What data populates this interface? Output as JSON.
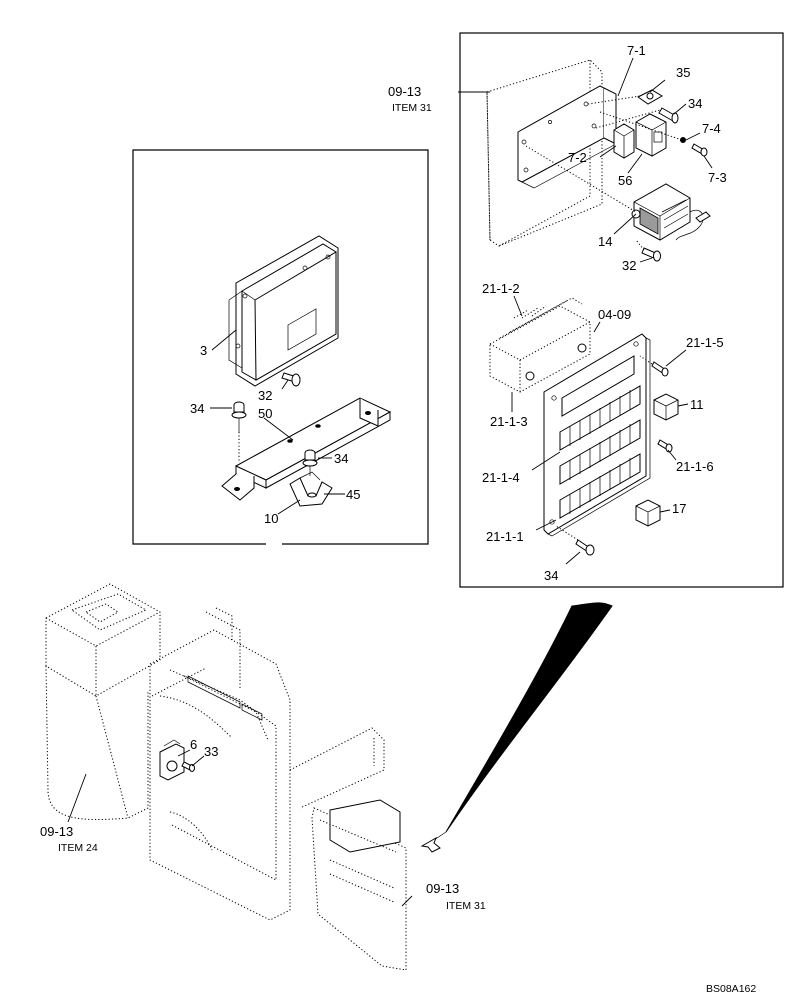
{
  "labels": {
    "ref_0913_top": "09-13",
    "item31_top": "ITEM 31",
    "p7_1": "7-1",
    "p35": "35",
    "p34_top": "34",
    "p7_4": "7-4",
    "p7_2": "7-2",
    "p56": "56",
    "p7_3": "7-3",
    "p14": "14",
    "p32_top": "32",
    "p21_1_2": "21-1-2",
    "p04_09": "04-09",
    "p21_1_5": "21-1-5",
    "p11": "11",
    "p21_1_3": "21-1-3",
    "p21_1_4": "21-1-4",
    "p21_1_6": "21-1-6",
    "p17": "17",
    "p21_1_1": "21-1-1",
    "p34_bottom": "34",
    "p3": "3",
    "p32_left": "32",
    "p34_left": "34",
    "p50": "50",
    "p34_mid": "34",
    "p45": "45",
    "p10": "10",
    "p6": "6",
    "p33": "33",
    "ref_0913_left": "09-13",
    "item24": "ITEM 24",
    "ref_0913_right": "09-13",
    "item31_right": "ITEM 31",
    "drawing_code": "BS08A162"
  }
}
